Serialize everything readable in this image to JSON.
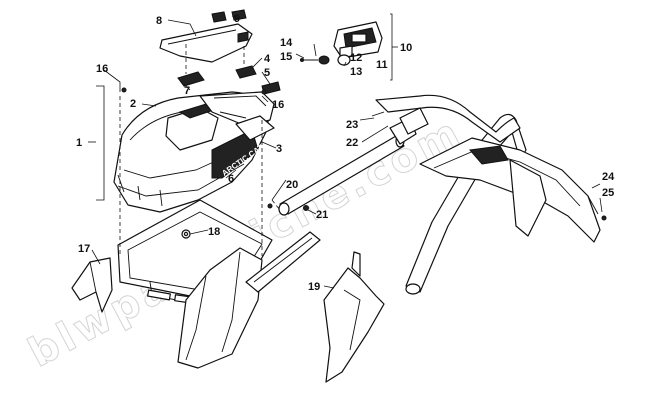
{
  "watermark": "blwpartsfiche.com",
  "callouts": [
    "1",
    "2",
    "3",
    "4",
    "5",
    "6",
    "7",
    "8",
    "9",
    "10",
    "11",
    "12",
    "13",
    "14",
    "15",
    "16",
    "16",
    "17",
    "18",
    "19",
    "20",
    "21",
    "22",
    "23",
    "24",
    "25"
  ],
  "decal_text": "ARCTIC CAT"
}
